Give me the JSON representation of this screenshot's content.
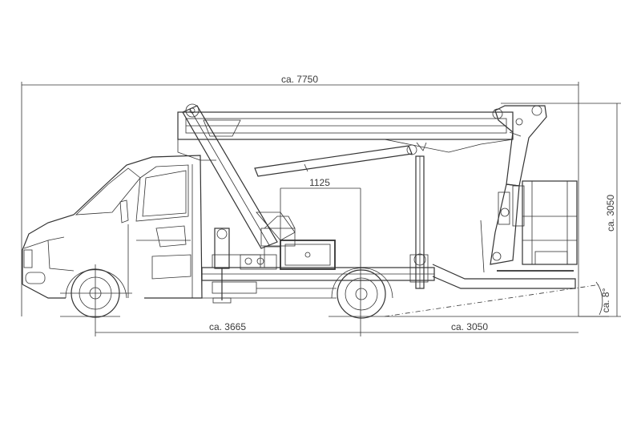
{
  "dimensions": {
    "overall_length": "ca. 7750",
    "wheelbase": "ca. 3665",
    "rear_overhang": "ca. 3050",
    "overall_height": "ca. 3050",
    "turntable_width": "1125",
    "boom_angle": "ca. 8°"
  }
}
